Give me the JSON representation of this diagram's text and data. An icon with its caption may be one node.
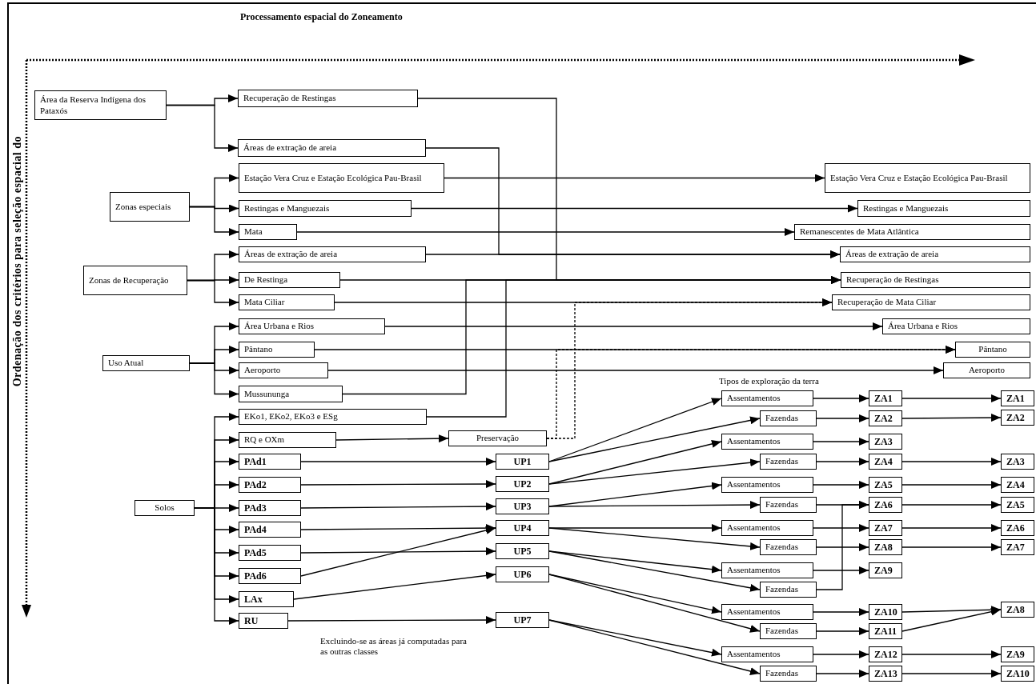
{
  "diagram": {
    "title": "Processamento espacial do Zoneamento",
    "nodes": [
      {
        "text": [
          "Área da Reserva Indígena dos Pataxós"
        ]
      },
      {
        "text": [
          "Recuperação de Restingas"
        ]
      },
      {
        "text": [
          "Áreas de extração de areia"
        ]
      },
      {
        "text": [
          "Zonas especiais"
        ]
      },
      {
        "text": [
          "Estação Vera Cruz e Estação Ecológica Pau-Brasil"
        ]
      },
      {
        "text": [
          "Restingas e Manguezais"
        ]
      },
      {
        "text": [
          "Mata"
        ]
      },
      {
        "text": [
          "Zonas de Recuperação"
        ]
      },
      {
        "text": [
          "Áreas de extração de areia"
        ]
      },
      {
        "text": [
          "De Restinga"
        ]
      },
      {
        "text": [
          "Mata Ciliar"
        ]
      },
      {
        "text": [
          "Uso Atual"
        ]
      },
      {
        "text": [
          "Área Urbana e Rios"
        ]
      },
      {
        "text": [
          "Pântano"
        ]
      },
      {
        "text": [
          "Aeroporto"
        ]
      },
      {
        "text": [
          "Mussununga"
        ]
      },
      {
        "text": [
          "Solos"
        ]
      },
      {
        "text": [
          "EKo1, EKo2, EKo3 e ESg"
        ]
      },
      {
        "text": [
          "RQ e OXm"
        ]
      },
      {
        "text": [
          "PAd1"
        ]
      },
      {
        "text": [
          "PAd2"
        ]
      },
      {
        "text": [
          "PAd3"
        ]
      },
      {
        "text": [
          "PAd4"
        ]
      },
      {
        "text": [
          "PAd5"
        ]
      },
      {
        "text": [
          "PAd6"
        ]
      },
      {
        "text": [
          "LAx"
        ]
      },
      {
        "text": [
          "RU"
        ]
      },
      {
        "text": [
          "Preservação"
        ]
      },
      {
        "text": [
          "UP1"
        ]
      },
      {
        "text": [
          "UP2"
        ]
      },
      {
        "text": [
          "UP3"
        ]
      },
      {
        "text": [
          "UP4"
        ]
      },
      {
        "text": [
          "UP5"
        ]
      },
      {
        "text": [
          "UP6"
        ]
      },
      {
        "text": [
          "UP7"
        ]
      },
      {
        "text": [
          "Estação Vera Cruz e Estação Ecológica Pau-Brasil"
        ]
      },
      {
        "text": [
          "Restingas e Manguezais"
        ]
      },
      {
        "text": [
          "Remanescentes de Mata Atlântica"
        ]
      },
      {
        "text": [
          "Áreas de extração de areia"
        ]
      },
      {
        "text": [
          "Recuperação de Restingas"
        ]
      },
      {
        "text": [
          "Recuperação de Mata Ciliar"
        ]
      },
      {
        "text": [
          "Área Urbana e Rios"
        ]
      },
      {
        "text": [
          "Pântano"
        ]
      },
      {
        "text": [
          "Aeroporto"
        ]
      },
      {
        "text": [
          "Assentamentos"
        ]
      },
      {
        "text": [
          "Fazendas"
        ]
      },
      {
        "text": [
          "Assentamentos"
        ]
      },
      {
        "text": [
          "Fazendas"
        ]
      },
      {
        "text": [
          "Assentamentos"
        ]
      },
      {
        "text": [
          "Fazendas"
        ]
      },
      {
        "text": [
          "Assentamentos"
        ]
      },
      {
        "text": [
          "Fazendas"
        ]
      },
      {
        "text": [
          "Assentamentos"
        ]
      },
      {
        "text": [
          "Fazendas"
        ]
      },
      {
        "text": [
          "Assentamentos"
        ]
      },
      {
        "text": [
          "Fazendas"
        ]
      },
      {
        "text": [
          "Assentamentos"
        ]
      },
      {
        "text": [
          "Fazendas"
        ]
      },
      {
        "text": [
          "ZA1"
        ]
      },
      {
        "text": [
          "ZA2"
        ]
      },
      {
        "text": [
          "ZA3"
        ]
      },
      {
        "text": [
          "ZA4"
        ]
      },
      {
        "text": [
          "ZA5"
        ]
      },
      {
        "text": [
          "ZA6"
        ]
      },
      {
        "text": [
          "ZA7"
        ]
      },
      {
        "text": [
          "ZA8"
        ]
      },
      {
        "text": [
          "ZA9"
        ]
      },
      {
        "text": [
          "ZA10"
        ]
      },
      {
        "text": [
          "ZA11"
        ]
      },
      {
        "text": [
          "ZA12"
        ]
      },
      {
        "text": [
          "ZA13"
        ]
      },
      {
        "text": [
          "ZA1"
        ]
      },
      {
        "text": [
          "ZA2"
        ]
      },
      {
        "text": [
          "ZA3"
        ]
      },
      {
        "text": [
          "ZA4"
        ]
      },
      {
        "text": [
          "ZA5"
        ]
      },
      {
        "text": [
          "ZA6"
        ]
      },
      {
        "text": [
          "ZA7"
        ]
      },
      {
        "text": [
          "ZA8"
        ]
      },
      {
        "text": [
          "ZA9"
        ]
      },
      {
        "text": [
          "ZA10"
        ]
      }
    ],
    "edges": [
      {
        "from": 0,
        "to": 1,
        "arrow": "to"
      },
      {
        "from": 0,
        "to": 2,
        "arrow": "to"
      },
      {
        "from": 1,
        "to": 39,
        "arrow": "to"
      },
      {
        "from": 2,
        "to": 38,
        "arrow": "to"
      },
      {
        "from": 3,
        "to": 4,
        "arrow": "to"
      },
      {
        "from": 3,
        "to": 5,
        "arrow": "to"
      },
      {
        "from": 3,
        "to": 6,
        "arrow": "to"
      },
      {
        "from": 4,
        "to": 35,
        "arrow": "to"
      },
      {
        "from": 5,
        "to": 36,
        "arrow": "to"
      },
      {
        "from": 6,
        "to": 37,
        "arrow": "to"
      },
      {
        "from": 7,
        "to": 8,
        "arrow": "to"
      },
      {
        "from": 7,
        "to": 9,
        "arrow": "to"
      },
      {
        "from": 7,
        "to": 10,
        "arrow": "to"
      },
      {
        "from": 8,
        "to": 38,
        "arrow": "to"
      },
      {
        "from": 9,
        "to": 39,
        "arrow": "to"
      },
      {
        "from": 10,
        "to": 40,
        "arrow": "to"
      },
      {
        "from": 11,
        "to": 12,
        "arrow": "to"
      },
      {
        "from": 11,
        "to": 13,
        "arrow": "to"
      },
      {
        "from": 11,
        "to": 14,
        "arrow": "to"
      },
      {
        "from": 11,
        "to": 15,
        "arrow": "to"
      },
      {
        "from": 12,
        "to": 41,
        "arrow": "to"
      },
      {
        "from": 13,
        "to": 42,
        "arrow": "to"
      },
      {
        "from": 14,
        "to": 43,
        "arrow": "to"
      },
      {
        "from": 15,
        "to": 39,
        "arrow": "to"
      },
      {
        "from": 16,
        "to": 17,
        "arrow": "to"
      },
      {
        "from": 16,
        "to": 18,
        "arrow": "to"
      },
      {
        "from": 16,
        "to": 19,
        "arrow": "to"
      },
      {
        "from": 16,
        "to": 20,
        "arrow": "to"
      },
      {
        "from": 16,
        "to": 21,
        "arrow": "to"
      },
      {
        "from": 16,
        "to": 22,
        "arrow": "to"
      },
      {
        "from": 16,
        "to": 23,
        "arrow": "to"
      },
      {
        "from": 16,
        "to": 24,
        "arrow": "to"
      },
      {
        "from": 16,
        "to": 25,
        "arrow": "to"
      },
      {
        "from": 16,
        "to": 26,
        "arrow": "to"
      },
      {
        "from": 17,
        "to": 39,
        "arrow": "to"
      },
      {
        "from": 18,
        "to": 27,
        "arrow": "to"
      },
      {
        "from": 27,
        "to": 40,
        "arrow": "to",
        "style": "dashed"
      },
      {
        "from": 27,
        "to": 42,
        "arrow": "to",
        "style": "dashed"
      },
      {
        "from": 19,
        "to": 28,
        "arrow": "to"
      },
      {
        "from": 20,
        "to": 29,
        "arrow": "to"
      },
      {
        "from": 21,
        "to": 30,
        "arrow": "to"
      },
      {
        "from": 22,
        "to": 31,
        "arrow": "to"
      },
      {
        "from": 23,
        "to": 32,
        "arrow": "to"
      },
      {
        "from": 24,
        "to": 31,
        "arrow": "to"
      },
      {
        "from": 25,
        "to": 33,
        "arrow": "to"
      },
      {
        "from": 26,
        "to": 34,
        "arrow": "to"
      },
      {
        "from": 28,
        "to": 44,
        "arrow": "to"
      },
      {
        "from": 28,
        "to": 45,
        "arrow": "to"
      },
      {
        "from": 29,
        "to": 46,
        "arrow": "to"
      },
      {
        "from": 29,
        "to": 47,
        "arrow": "to"
      },
      {
        "from": 30,
        "to": 48,
        "arrow": "to"
      },
      {
        "from": 30,
        "to": 49,
        "arrow": "to"
      },
      {
        "from": 31,
        "to": 50,
        "arrow": "to"
      },
      {
        "from": 31,
        "to": 51,
        "arrow": "to"
      },
      {
        "from": 32,
        "to": 52,
        "arrow": "to"
      },
      {
        "from": 32,
        "to": 53,
        "arrow": "to"
      },
      {
        "from": 33,
        "to": 54,
        "arrow": "to"
      },
      {
        "from": 33,
        "to": 55,
        "arrow": "to"
      },
      {
        "from": 34,
        "to": 56,
        "arrow": "to"
      },
      {
        "from": 34,
        "to": 57,
        "arrow": "to"
      },
      {
        "from": 44,
        "to": 58,
        "arrow": "to"
      },
      {
        "from": 45,
        "to": 59,
        "arrow": "to"
      },
      {
        "from": 46,
        "to": 60,
        "arrow": "to"
      },
      {
        "from": 47,
        "to": 61,
        "arrow": "to"
      },
      {
        "from": 48,
        "to": 62,
        "arrow": "to"
      },
      {
        "from": 49,
        "to": 63,
        "arrow": "to"
      },
      {
        "from": 50,
        "to": 64,
        "arrow": "to"
      },
      {
        "from": 51,
        "to": 65,
        "arrow": "to"
      },
      {
        "from": 52,
        "to": 66,
        "arrow": "to"
      },
      {
        "from": 53,
        "to": 63,
        "arrow": "to"
      },
      {
        "from": 54,
        "to": 67,
        "arrow": "to"
      },
      {
        "from": 55,
        "to": 68,
        "arrow": "to"
      },
      {
        "from": 56,
        "to": 69,
        "arrow": "to"
      },
      {
        "from": 57,
        "to": 70,
        "arrow": "to"
      },
      {
        "from": 58,
        "to": 71,
        "arrow": "to"
      },
      {
        "from": 59,
        "to": 72,
        "arrow": "to"
      },
      {
        "from": 61,
        "to": 73,
        "arrow": "to"
      },
      {
        "from": 62,
        "to": 74,
        "arrow": "to"
      },
      {
        "from": 63,
        "to": 75,
        "arrow": "to"
      },
      {
        "from": 64,
        "to": 76,
        "arrow": "to"
      },
      {
        "from": 65,
        "to": 77,
        "arrow": "to"
      },
      {
        "from": 67,
        "to": 78,
        "arrow": "to"
      },
      {
        "from": 68,
        "to": 78,
        "arrow": "to"
      },
      {
        "from": 69,
        "to": 79,
        "arrow": "to"
      },
      {
        "from": 70,
        "to": 80,
        "arrow": "to"
      }
    ],
    "labels": [
      "Ordenação dos critérios para seleção espacial do",
      "Tipos de exploração da terra",
      "Excluindo-se as áreas já computadas para as outras classes"
    ]
  }
}
